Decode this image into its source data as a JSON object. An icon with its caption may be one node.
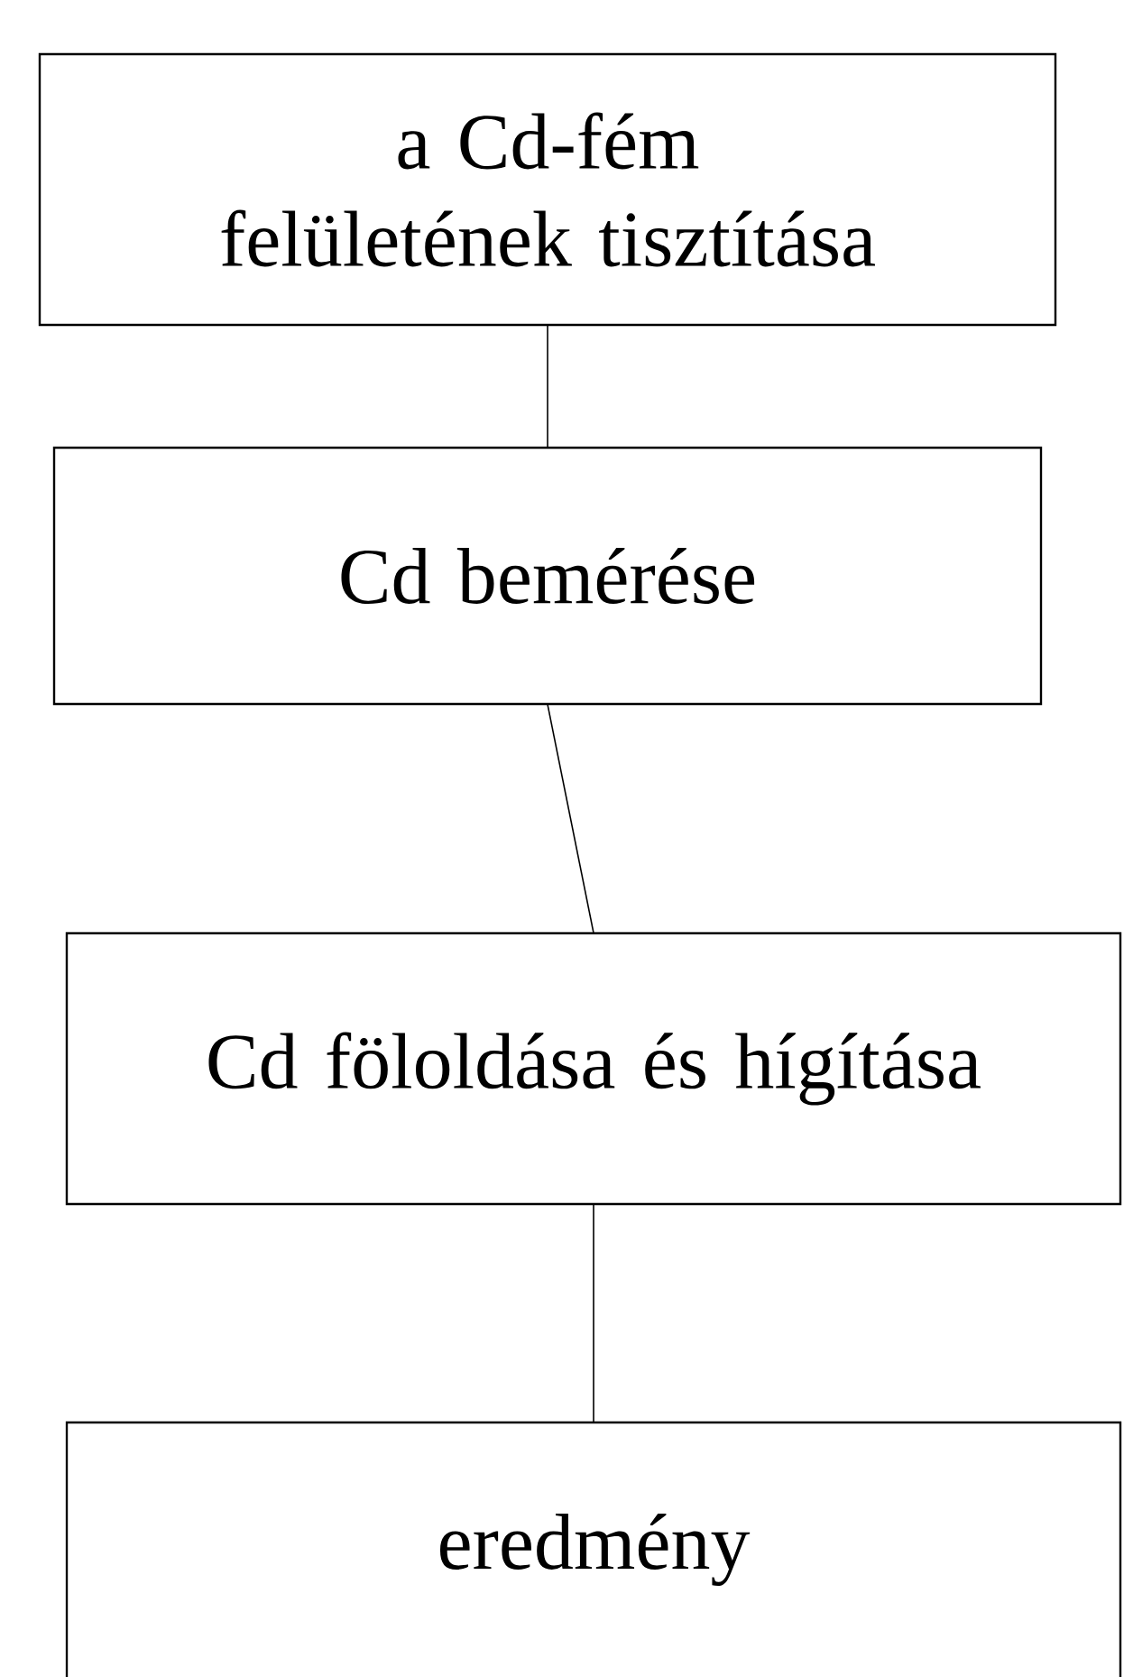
{
  "diagram": {
    "nodes": [
      {
        "text": [
          "a Cd-fém felületének tisztítása"
        ]
      },
      {
        "text": [
          "Cd bemérése"
        ]
      },
      {
        "text": [
          "Cd föloldása és hígítása"
        ]
      },
      {
        "text": [
          "eredmény"
        ]
      }
    ],
    "edges": [
      {
        "from": 0,
        "to": 1,
        "arrow": "none"
      },
      {
        "from": 1,
        "to": 2,
        "arrow": "none"
      },
      {
        "from": 2,
        "to": 3,
        "arrow": "none"
      }
    ]
  }
}
